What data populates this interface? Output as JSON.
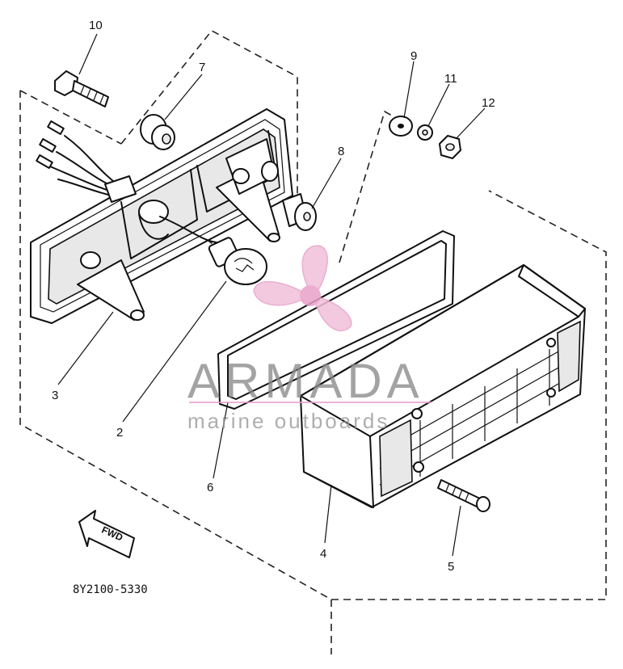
{
  "diagram": {
    "part_code": "8Y2100-5330",
    "direction_label": "FWD",
    "callouts": [
      "10",
      "7",
      "9",
      "11",
      "12",
      "8",
      "3",
      "2",
      "6",
      "4",
      "5"
    ]
  },
  "watermark": {
    "brand": "ARMADA",
    "tagline": "marine outboards",
    "accent_color": "#e8a0c8",
    "logo_icon": "propeller-icon"
  }
}
